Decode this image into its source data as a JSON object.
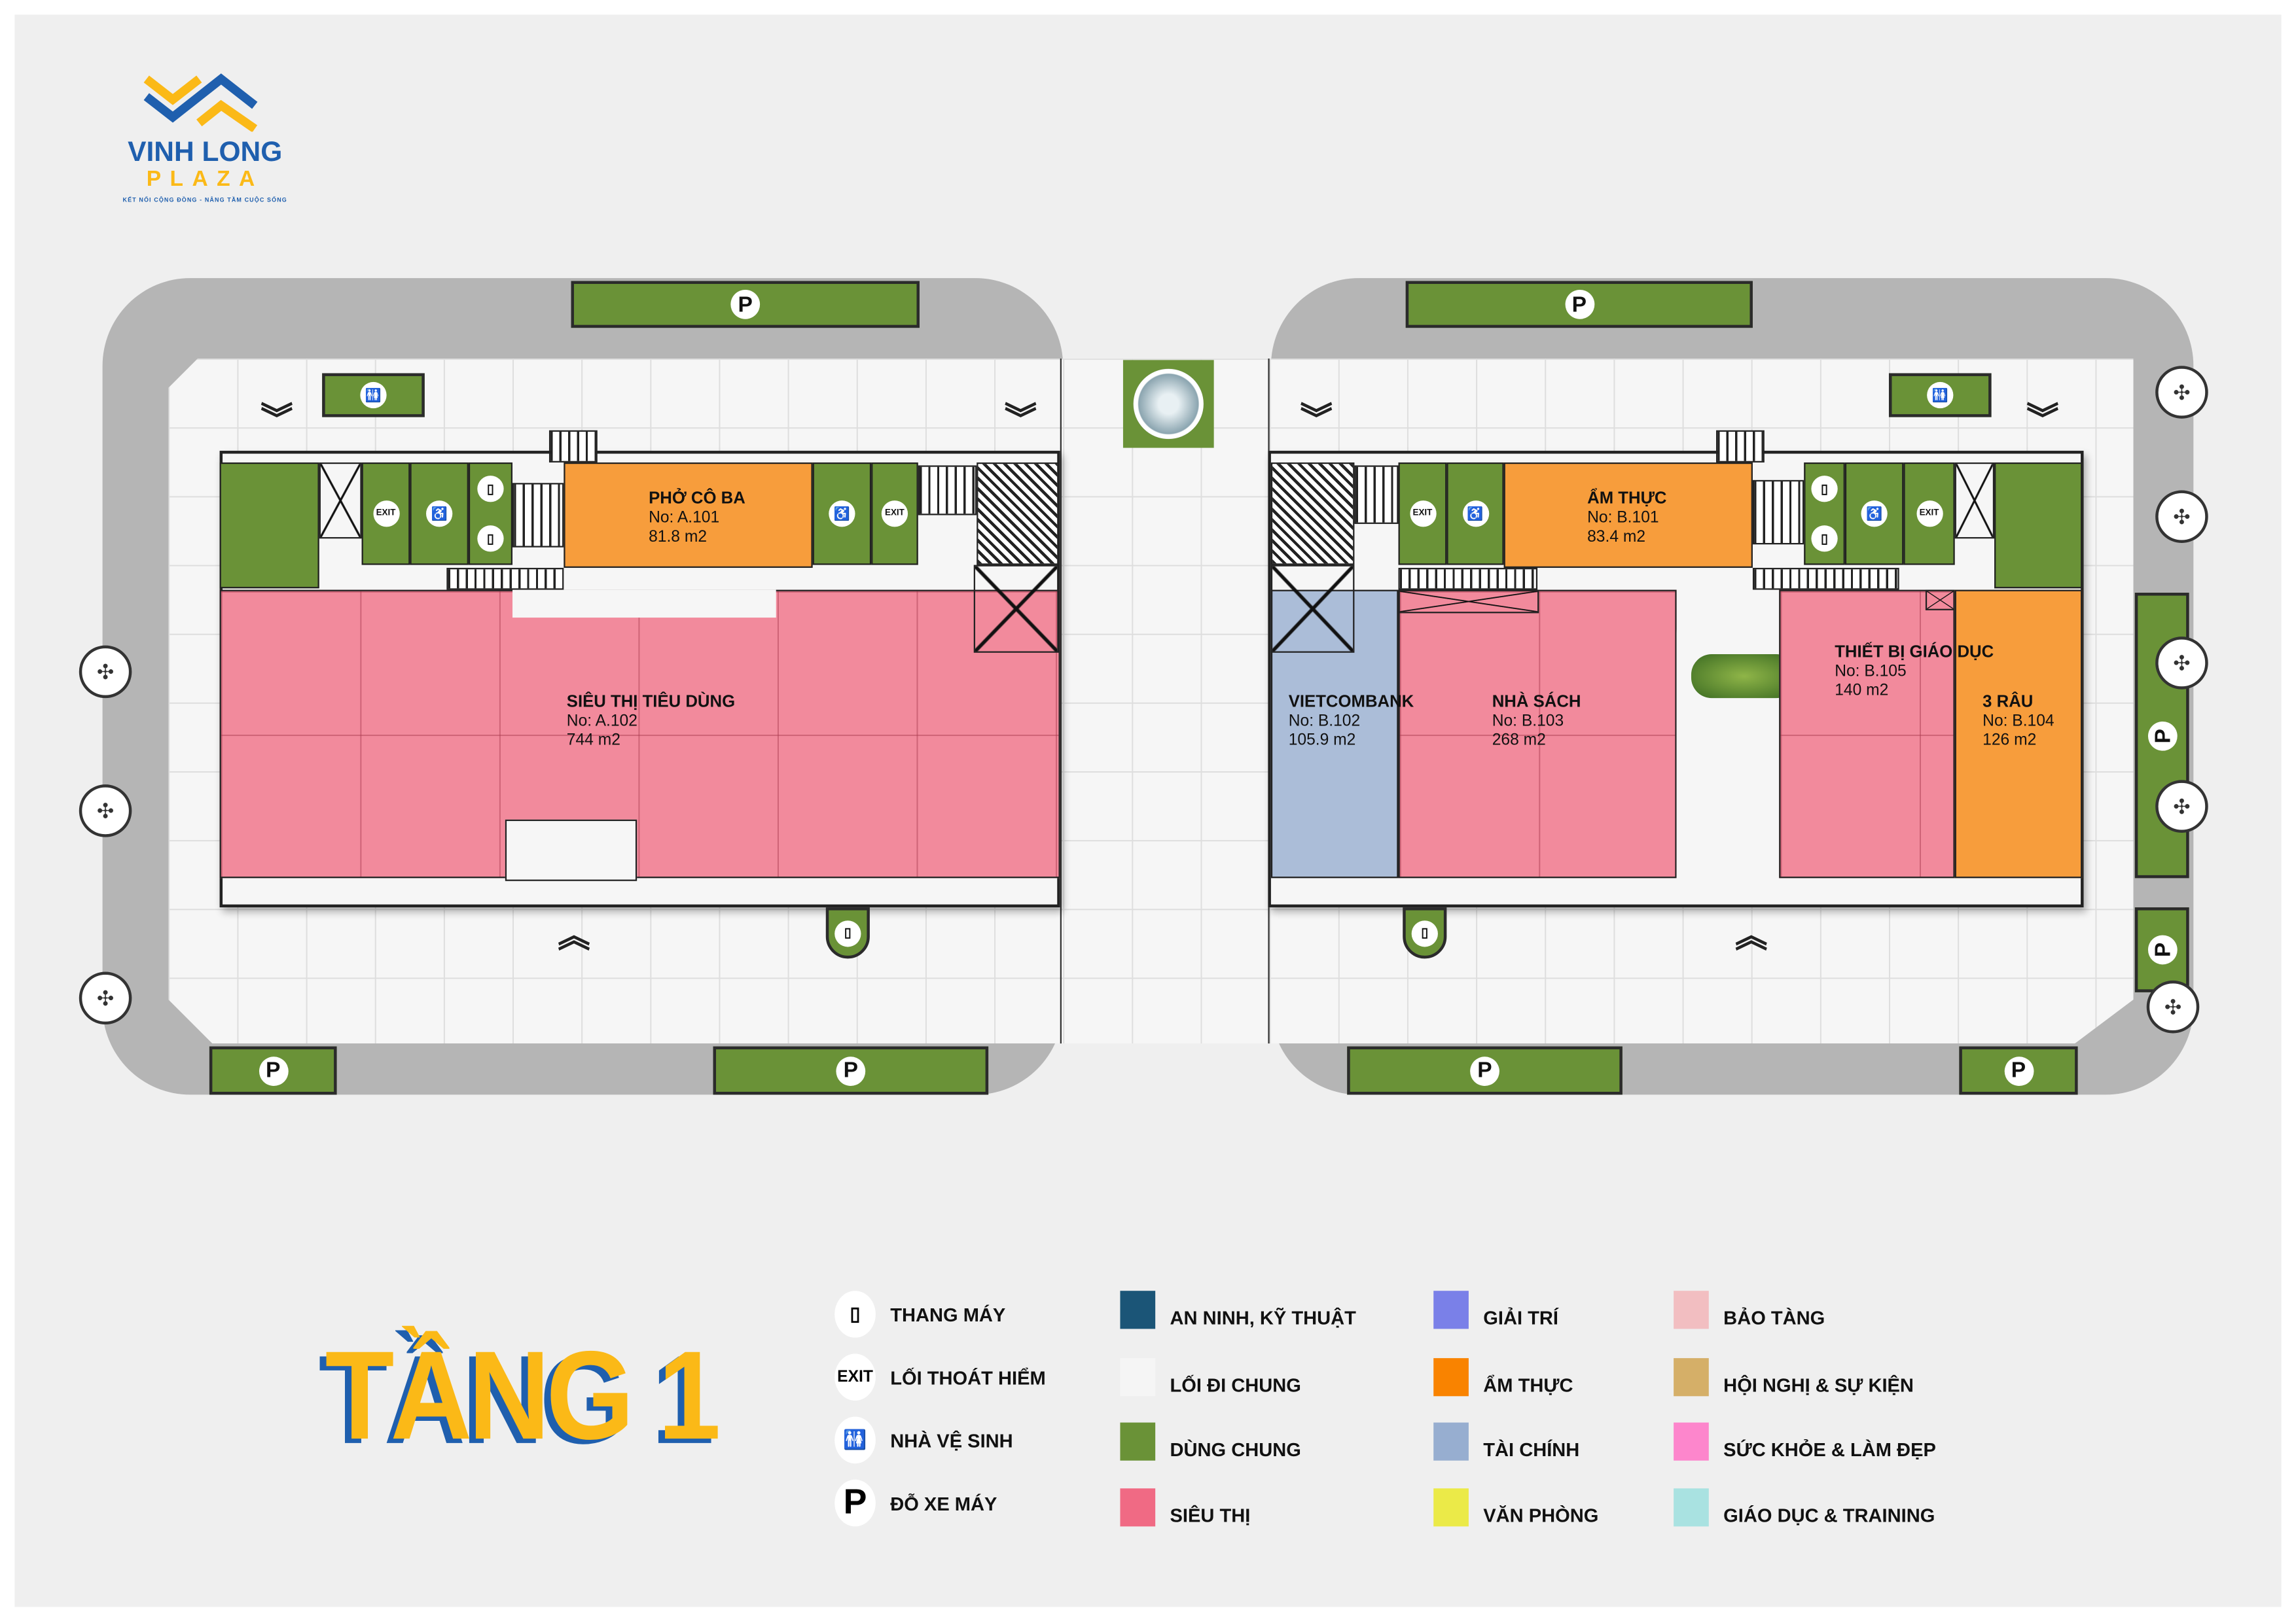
{
  "logo": {
    "name_line1": "VINH LONG",
    "name_line2": "PLAZA",
    "tagline": "KẾT NỐI CỘNG ĐỒNG - NÂNG TẦM CUỘC SỐNG",
    "colors": {
      "blue": "#1f5fae",
      "yellow": "#fbb917"
    }
  },
  "floor_title": "TẦNG 1",
  "parking_label": "P",
  "units": {
    "a101": {
      "name": "PHỞ CÔ BA",
      "no": "No: A.101",
      "area": "81.8 m2"
    },
    "a102": {
      "name": "SIÊU THỊ TIÊU DÙNG",
      "no": "No: A.102",
      "area": "744 m2"
    },
    "b101": {
      "name": "ẨM THỰC",
      "no": "No: B.101",
      "area": "83.4 m2"
    },
    "b102": {
      "name": "VIETCOMBANK",
      "no": "No: B.102",
      "area": "105.9 m2"
    },
    "b103": {
      "name": "NHÀ SÁCH",
      "no": "No: B.103",
      "area": "268 m2"
    },
    "b105": {
      "name": "THIẾT BỊ GIÁO DỤC",
      "no": "No: B.105",
      "area": "140 m2"
    },
    "b104": {
      "name": "3 RÂU",
      "no": "No: B.104",
      "area": "126 m2"
    }
  },
  "map_icons": {
    "exit": "EXIT"
  },
  "legend": {
    "symbols": [
      {
        "icon": "elevator-icon",
        "label": "THANG MÁY"
      },
      {
        "icon": "EXIT",
        "label": "LỐI THOÁT HIỂM"
      },
      {
        "icon": "restroom-icon",
        "label": "NHÀ VỆ SINH"
      },
      {
        "icon": "P",
        "label": "ĐỖ XE MÁY"
      }
    ],
    "colors": [
      {
        "color": "#1b5577",
        "label": "AN NINH, KỸ THUẬT"
      },
      {
        "color": "#f5f5f5",
        "label": "LỐI ĐI CHUNG"
      },
      {
        "color": "#6a9237",
        "label": "DÙNG CHUNG"
      },
      {
        "color": "#f06a84",
        "label": "SIÊU THỊ"
      },
      {
        "color": "#7a80e8",
        "label": "GIẢI TRÍ"
      },
      {
        "color": "#f98300",
        "label": "ẨM THỰC"
      },
      {
        "color": "#97aed0",
        "label": "TÀI CHÍNH"
      },
      {
        "color": "#ebea48",
        "label": "VĂN PHÒNG"
      },
      {
        "color": "#f2bec1",
        "label": "BẢO TÀNG"
      },
      {
        "color": "#d5af68",
        "label": "HỘI NGHỊ & SỰ KIỆN"
      },
      {
        "color": "#fd86cc",
        "label": "SỨC KHỎE & LÀM ĐẸP"
      },
      {
        "color": "#a9e2e1",
        "label": "GIÁO DỤC & TRAINING"
      }
    ]
  }
}
